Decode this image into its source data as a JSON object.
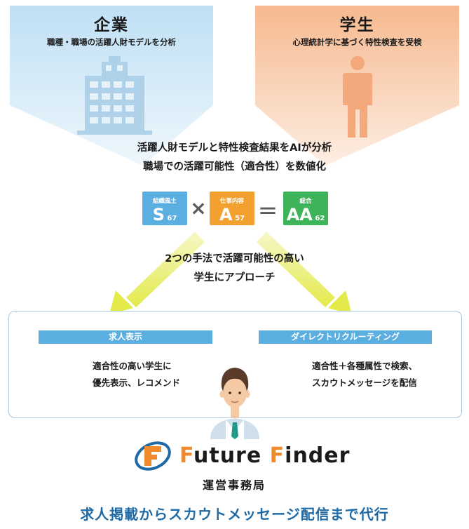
{
  "left_panel": {
    "title": "企業",
    "subtitle": "職種・職場の活躍人財モデルを分析"
  },
  "right_panel": {
    "title": "学生",
    "subtitle": "心理統計学に基づく特性検査を受検"
  },
  "analysis": {
    "line1": "活躍人財モデルと特性検査結果をAIが分析",
    "line2": "職場での活躍可能性（適合性）を数値化"
  },
  "formula": {
    "tile1": {
      "caption": "組織風土",
      "letter": "S",
      "score": "67",
      "color": "#5aaee0"
    },
    "times": "×",
    "tile2": {
      "caption": "仕事内容",
      "letter": "A",
      "score": "57",
      "color": "#f2a12e"
    },
    "equals": "＝",
    "tile3": {
      "caption": "総合",
      "letter": "AA",
      "score": "62",
      "color": "#3db35a"
    }
  },
  "approach": {
    "line1": "2つの手法で活躍可能性の高い",
    "line2": "学生にアプローチ"
  },
  "method_left": {
    "label": "求人表示",
    "line1": "適合性の高い学生に",
    "line2": "優先表示、レコメンド",
    "icon": "browser-window-icon"
  },
  "method_right": {
    "label": "ダイレクトリクルーティング",
    "line1": "適合性＋各種属性で検索、",
    "line2": "スカウトメッセージを配信",
    "icon": "envelope-icon"
  },
  "brand": {
    "name_pre1": "F",
    "name_1": "uture ",
    "name_pre2": "F",
    "name_2": "inder",
    "office": "運営事務局"
  },
  "footer": "求人掲載からスカウトメッセージ配信まで代行",
  "colors": {
    "blue": "#5aaee0",
    "orange": "#f2a12e",
    "green": "#3db35a",
    "arrow": "#e6ec5b",
    "navy": "#1e6aa6"
  }
}
